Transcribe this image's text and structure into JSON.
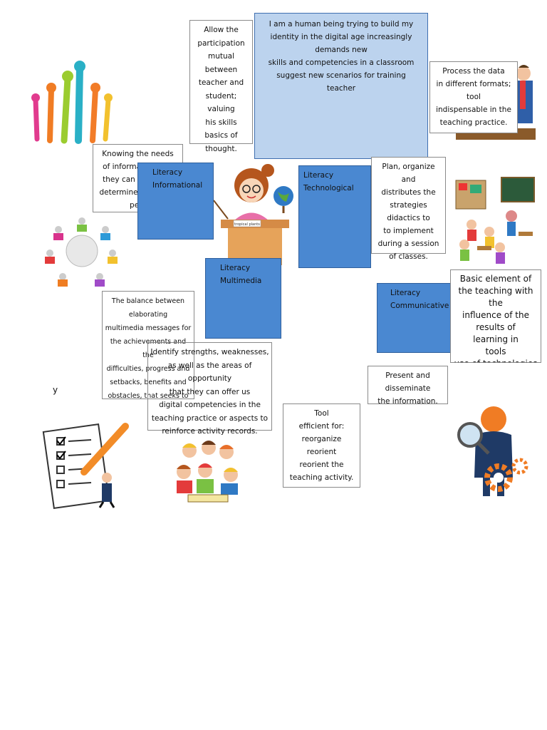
{
  "identity_box": "I am a human being trying to build my\nidentity in the digital age increasingly demands new\nskills and competencies in a classroom\nsuggest new scenarios for training\nteacher",
  "participation_box": "Allow the\nparticipation\nmutual between\nteacher  and\nstudent; valuing\nhis skills\nbasics of\nthought.",
  "process_data_box": "Process the data\nin different formats;\ntool\nindispensable in the\nteaching practice.",
  "needs_box": "Knowing the needs\nof information that\nthey can present a\ndetermined group of\npers",
  "plan_box": "Plan, organize and\ndistributes the\nstrategies\ndidactics to\nto implement\nduring a session\nof classes.",
  "basic_element_box": "Basic element of\nthe teaching with the\ninfluence of the\nresults of\nlearning in\ntools\nuse of technologies\ni...",
  "balance_box": "The balance between elaborating\nmultimedia messages for\nthe achievements and the\ndifficulties, progress and\nsetbacks, benefits and\nobstacles, that seeks to\nlearn for your improvement.",
  "identify_box": "Identify strengths, weaknesses,\nas well as the areas of opportunity\nthat they can offer us\ndigital competencies in the\nteaching practice or aspects to\nreinforce activity records.",
  "present_box": "Present and disseminate\nthe information.",
  "tool_box": "Tool\nefficient for:\nreorganize\nreorient\nreorient the\nteaching activity.",
  "literacy_informational": "Literacy\nInformational",
  "literacy_technological": "Literacy\nTechnological",
  "literacy_multimedia": "Literacy\nMultimedia",
  "literacy_communicative": "Literacy\nCommunicative",
  "stray_y": "y",
  "lectern_label": "tropical plants",
  "colors": {
    "literacy_blue": "#4a88d1",
    "identity_blue": "#bcd3ee",
    "border": "#8a8a8a"
  }
}
